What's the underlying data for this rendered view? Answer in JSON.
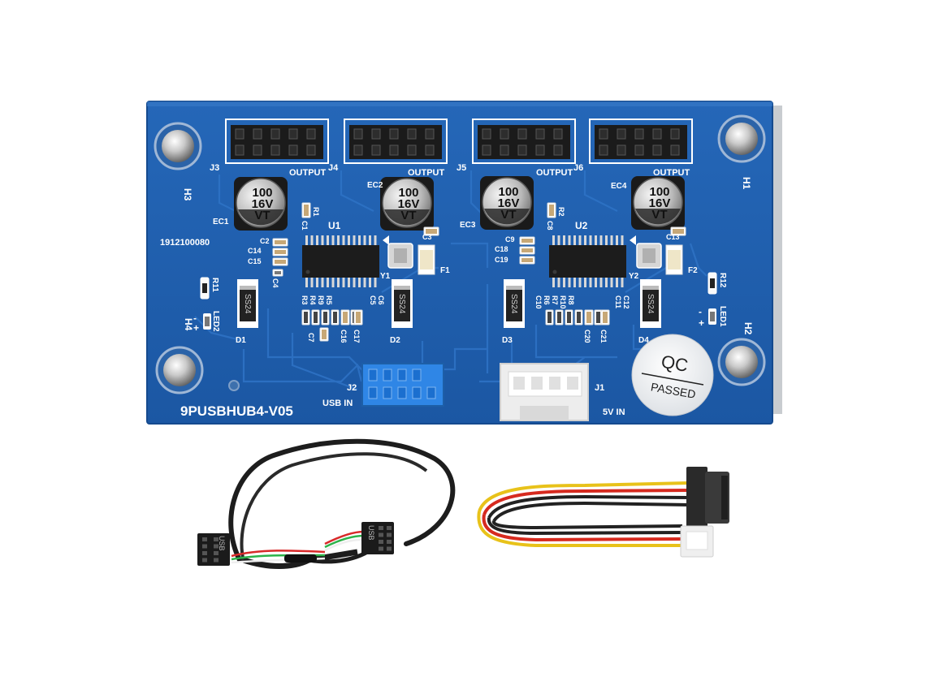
{
  "board": {
    "model": "9PUSBHUB4-V05",
    "serial": "1912100080",
    "colors": {
      "pcb": "#1f5fae",
      "pcb_dark": "#164c93",
      "trace": "#2a6ec0",
      "usb_header": "#2f86e6"
    },
    "headers": [
      {
        "ref": "J3",
        "label": "OUTPUT"
      },
      {
        "ref": "J4",
        "label": "OUTPUT"
      },
      {
        "ref": "J5",
        "label": "OUTPUT"
      },
      {
        "ref": "J6",
        "label": "OUTPUT"
      }
    ],
    "capacitors": [
      {
        "ref": "EC1",
        "line1": "100",
        "line2": "16V",
        "line3": "VT"
      },
      {
        "ref": "EC2",
        "line1": "100",
        "line2": "16V",
        "line3": "VT"
      },
      {
        "ref": "EC3",
        "line1": "100",
        "line2": "16V",
        "line3": "VT"
      },
      {
        "ref": "EC4",
        "line1": "100",
        "line2": "16V",
        "line3": "VT"
      }
    ],
    "chips": [
      {
        "ref": "U1"
      },
      {
        "ref": "U2"
      }
    ],
    "diodes": [
      {
        "ref": "D1",
        "mark": "SS24"
      },
      {
        "ref": "D2",
        "mark": "SS24"
      },
      {
        "ref": "D3",
        "mark": "SS24"
      },
      {
        "ref": "D4",
        "mark": "SS24"
      }
    ],
    "holes": [
      "H1",
      "H2",
      "H3",
      "H4"
    ],
    "leds": [
      {
        "ref": "LED1",
        "res": "R12"
      },
      {
        "ref": "LED2",
        "res": "R11"
      }
    ],
    "crystals": [
      "Y1",
      "Y2"
    ],
    "fuses": [
      "F1",
      "F2"
    ],
    "usb_in": {
      "ref": "J2",
      "label": "USB IN"
    },
    "power_in": {
      "ref": "J1",
      "label": "5V IN"
    },
    "sticker": {
      "line1": "QC",
      "line2": "PASSED"
    },
    "small_refs": {
      "c_left": [
        "C2",
        "C14",
        "C15",
        "C4"
      ],
      "c_right": [
        "C9",
        "C18",
        "C19"
      ],
      "r_left": [
        "R3",
        "R4",
        "R9",
        "R5"
      ],
      "c_left_row": [
        "C5",
        "C6"
      ],
      "c_left_bottom": [
        "C7",
        "C16",
        "C17"
      ],
      "r_right": [
        "C10",
        "R6",
        "R7",
        "R10",
        "R8"
      ],
      "c_right_row": [
        "C11",
        "C12"
      ],
      "c_right_bottom": [
        "C20",
        "C21"
      ],
      "misc": [
        "R1",
        "C1",
        "R2",
        "C8",
        "C3",
        "C13"
      ]
    }
  },
  "cables": {
    "usb_cable": {
      "connector_label": "USB"
    },
    "sata_cable": {
      "wire_colors": [
        "#e8c21a",
        "#d62a1f",
        "#222222",
        "#222222"
      ]
    }
  }
}
